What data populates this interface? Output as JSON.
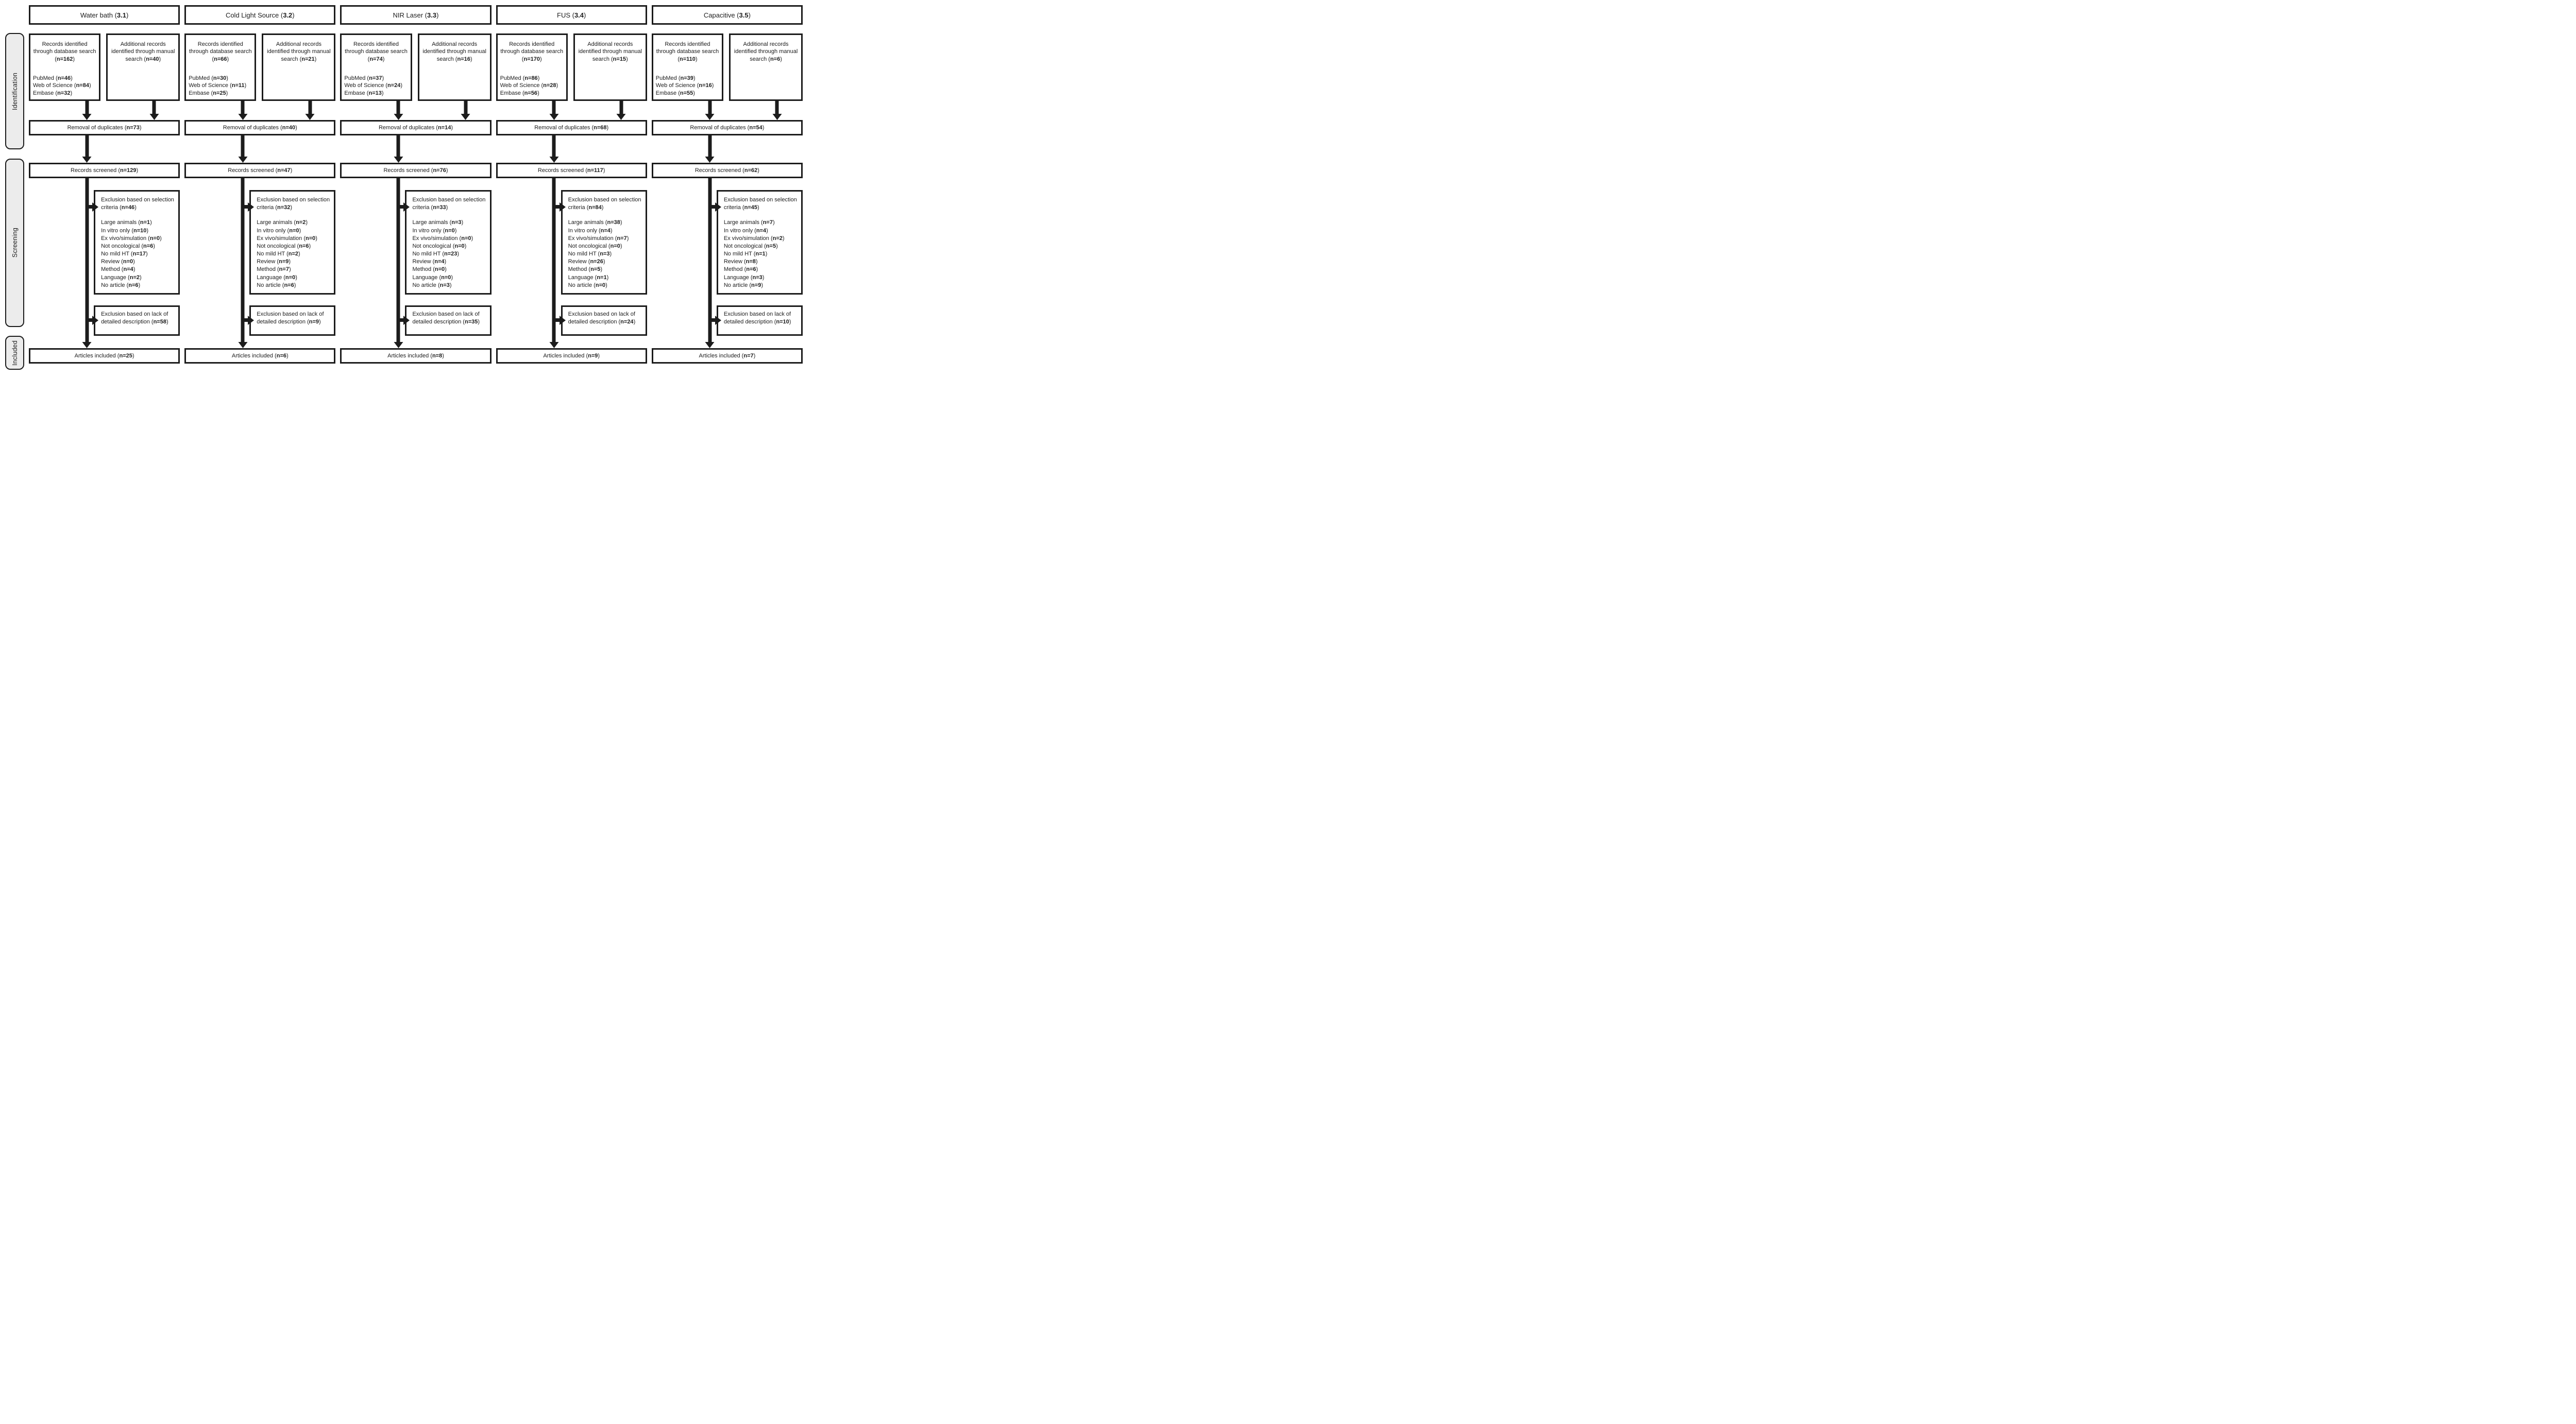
{
  "sidebar": {
    "identification": "Identification",
    "screening": "Screening",
    "included": "Included"
  },
  "shared": {
    "records_identified": "Records identified through database search",
    "additional_records": "Additional records identified through manual search",
    "removal_of_duplicates": "Removal of duplicates",
    "records_screened": "Records screened",
    "exclusion_selection": "Exclusion based on selection criteria",
    "exclusion_lack": "Exclusion based on lack of detailed description",
    "articles_included": "Articles included",
    "databases": [
      "PubMed",
      "Web of Science",
      "Embase"
    ],
    "exclusion_reasons": [
      "Large animals",
      "In vitro only",
      "Ex vivo/simulation",
      "Not oncological",
      "No mild HT",
      "Review",
      "Method",
      "Language",
      "No article"
    ]
  },
  "columns": [
    {
      "title": "Water bath",
      "tag": "3.1",
      "database_total": 162,
      "database_counts": [
        46,
        84,
        32
      ],
      "manual_search": 40,
      "duplicates_removed": 73,
      "records_screened": 129,
      "exclusion_total": 46,
      "exclusion_counts": [
        1,
        10,
        0,
        6,
        17,
        0,
        4,
        2,
        6
      ],
      "lack_of_description": 58,
      "articles_included": 25
    },
    {
      "title": "Cold Light Source",
      "tag": "3.2",
      "database_total": 66,
      "database_counts": [
        30,
        11,
        25
      ],
      "manual_search": 21,
      "duplicates_removed": 40,
      "records_screened": 47,
      "exclusion_total": 32,
      "exclusion_counts": [
        2,
        0,
        0,
        6,
        2,
        9,
        7,
        0,
        6
      ],
      "lack_of_description": 9,
      "articles_included": 6
    },
    {
      "title": "NIR Laser",
      "tag": "3.3",
      "database_total": 74,
      "database_counts": [
        37,
        24,
        13
      ],
      "manual_search": 16,
      "duplicates_removed": 14,
      "records_screened": 76,
      "exclusion_total": 33,
      "exclusion_counts": [
        3,
        0,
        0,
        0,
        23,
        4,
        0,
        0,
        3
      ],
      "lack_of_description": 35,
      "articles_included": 8
    },
    {
      "title": "FUS",
      "tag": "3.4",
      "database_total": 170,
      "database_counts": [
        86,
        28,
        56
      ],
      "manual_search": 15,
      "duplicates_removed": 68,
      "records_screened": 117,
      "exclusion_total": 84,
      "exclusion_counts": [
        38,
        4,
        7,
        0,
        3,
        26,
        5,
        1,
        0
      ],
      "lack_of_description": 24,
      "articles_included": 9
    },
    {
      "title": "Capacitive",
      "tag": "3.5",
      "database_total": 110,
      "database_counts": [
        39,
        16,
        55
      ],
      "manual_search": 6,
      "duplicates_removed": 54,
      "records_screened": 62,
      "exclusion_total": 45,
      "exclusion_counts": [
        7,
        4,
        2,
        5,
        1,
        8,
        6,
        3,
        9
      ],
      "lack_of_description": 10,
      "articles_included": 7
    }
  ]
}
